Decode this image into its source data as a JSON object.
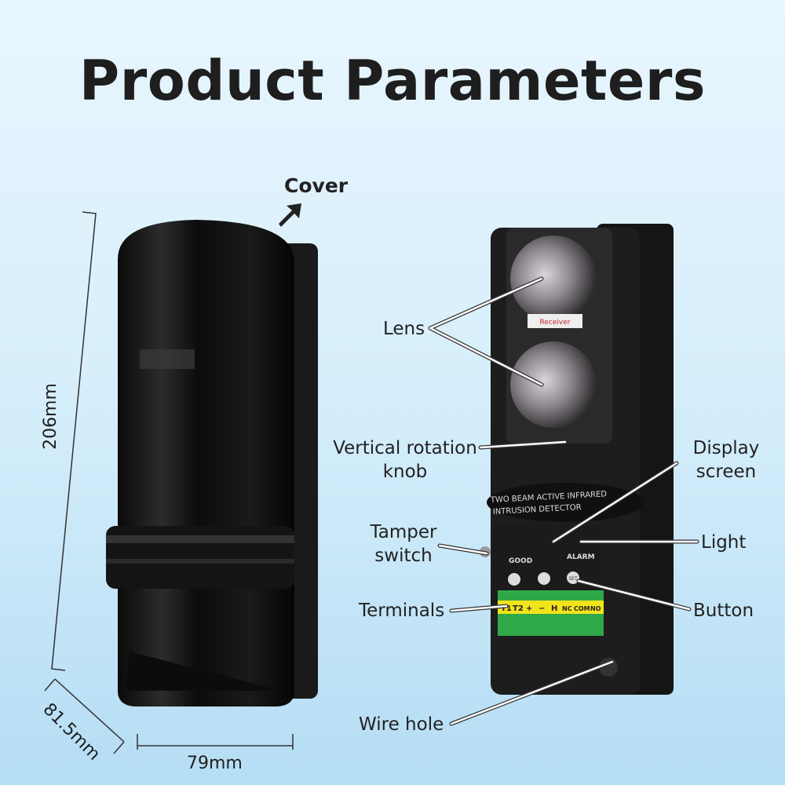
{
  "title": "Product Parameters",
  "labels": {
    "cover": "Cover",
    "lens": "Lens",
    "vertical_knob": [
      "Vertical rotation",
      "knob"
    ],
    "display_screen": [
      "Display",
      "screen"
    ],
    "tamper_switch": [
      "Tamper",
      "switch"
    ],
    "light": "Light",
    "terminals": "Terminals",
    "button": "Button",
    "wire_hole": "Wire hole"
  },
  "dimensions": {
    "height": "206mm",
    "depth": "81.5mm",
    "width": "79mm"
  },
  "device": {
    "receiver_tag": "Receiver",
    "panel_line1": "TWO BEAM ACTIVE INFRARED",
    "panel_line2": "INTRUSION DETECTOR",
    "good": "GOOD",
    "alarm": "ALARM",
    "set": "SET",
    "terminals": [
      "T1",
      "T2",
      "+",
      "−",
      "H",
      "NC",
      "COM",
      "NO"
    ]
  },
  "colors": {
    "background": "#d6eefb",
    "device": "#111111",
    "terminal_green": "#2fa84a",
    "terminal_yellow": "#f2e31b"
  }
}
